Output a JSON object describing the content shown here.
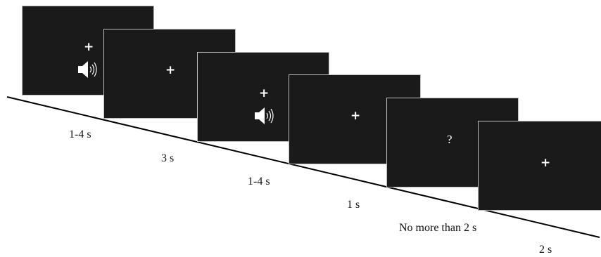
{
  "screens": [
    {
      "stimulus": "fixation-cross-with-sound",
      "symbol": "+",
      "icon": "speaker-icon"
    },
    {
      "stimulus": "fixation-cross",
      "symbol": "+"
    },
    {
      "stimulus": "fixation-cross-with-sound",
      "symbol": "+",
      "icon": "speaker-icon"
    },
    {
      "stimulus": "fixation-cross",
      "symbol": "+"
    },
    {
      "stimulus": "response-prompt",
      "symbol": "?"
    },
    {
      "stimulus": "fixation-cross",
      "symbol": "+"
    }
  ],
  "durations": [
    "1-4 s",
    "3 s",
    "1-4 s",
    "1 s",
    "No more than 2 s",
    "2 s"
  ],
  "colors": {
    "screen_background": "#1a1a1a",
    "screen_border": "#bdbdbd",
    "symbol": "#ffffff",
    "timeline": "#000000"
  }
}
